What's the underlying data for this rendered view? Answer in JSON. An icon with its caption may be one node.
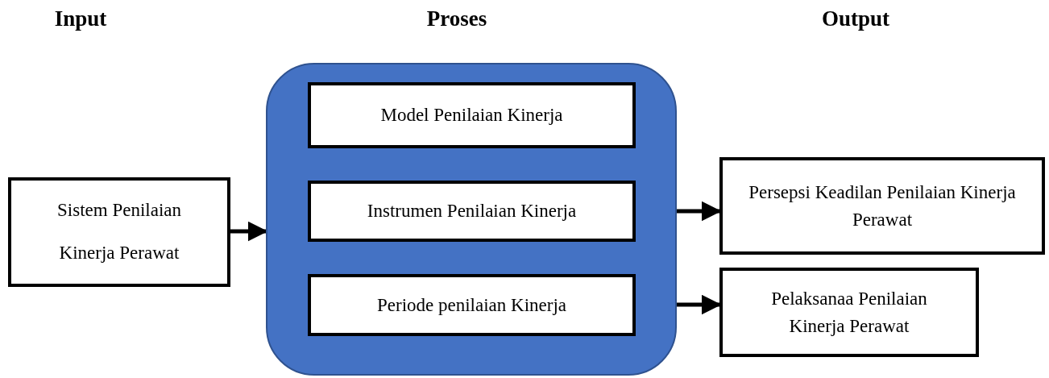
{
  "diagram": {
    "nodes": [
      {
        "text": [
          "Sistem Penilaian Kinerja Perawat"
        ]
      },
      {
        "text": [],
        "shape": "box"
      },
      {
        "text": [
          "Model Penilaian Kinerja"
        ],
        "in": 1
      },
      {
        "text": [
          "Instrumen Penilaian Kinerja"
        ],
        "in": 1
      },
      {
        "text": [
          "Periode penilaian Kinerja"
        ],
        "in": 1
      },
      {
        "text": [
          "Persepsi Keadilan Penilaian Kinerja Perawat"
        ]
      },
      {
        "text": [
          "Pelaksanaa Penilaian Kinerja Perawat"
        ]
      }
    ],
    "edges": [
      {
        "from": 0,
        "to": 1,
        "arrow": "to"
      },
      {
        "from": 1,
        "to": 5,
        "arrow": "to"
      },
      {
        "from": 1,
        "to": 6,
        "arrow": "to"
      }
    ],
    "labels": [
      "Input",
      "Proses",
      "Output"
    ]
  }
}
